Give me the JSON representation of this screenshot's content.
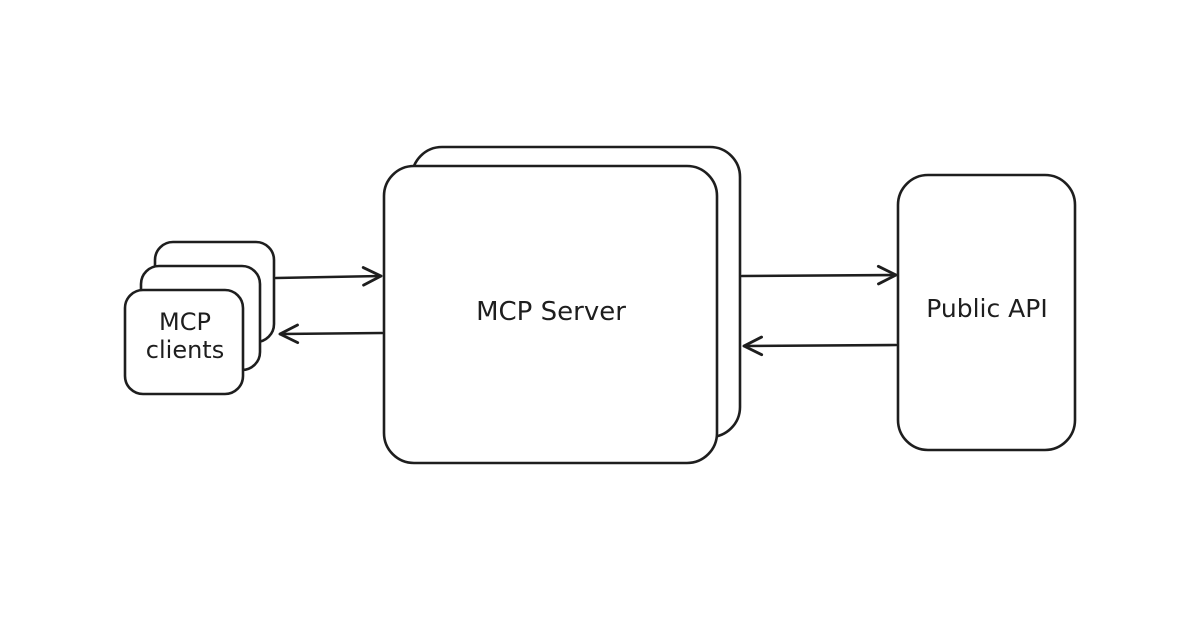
{
  "nodes": {
    "clients": {
      "label": "MCP\nclients"
    },
    "server": {
      "label": "MCP Server"
    },
    "api": {
      "label": "Public API"
    }
  },
  "style": {
    "stroke": "#1e1e1e",
    "fill": "#ffffff",
    "background": "#ffffff"
  }
}
